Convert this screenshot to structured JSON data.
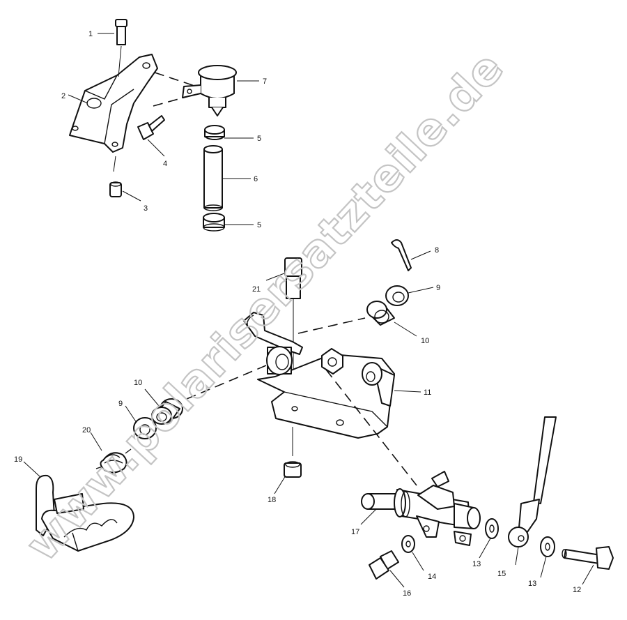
{
  "watermark": "www.polarisersatzteile.de",
  "callouts": [
    {
      "id": "c1",
      "text": "1"
    },
    {
      "id": "c2",
      "text": "2"
    },
    {
      "id": "c3",
      "text": "3"
    },
    {
      "id": "c4",
      "text": "4"
    },
    {
      "id": "c5a",
      "text": "5"
    },
    {
      "id": "c5b",
      "text": "5"
    },
    {
      "id": "c6",
      "text": "6"
    },
    {
      "id": "c7",
      "text": "7"
    },
    {
      "id": "c8",
      "text": "8"
    },
    {
      "id": "c9a",
      "text": "9"
    },
    {
      "id": "c9b",
      "text": "9"
    },
    {
      "id": "c10a",
      "text": "10"
    },
    {
      "id": "c10b",
      "text": "10"
    },
    {
      "id": "c11",
      "text": "11"
    },
    {
      "id": "c12",
      "text": "12"
    },
    {
      "id": "c13a",
      "text": "13"
    },
    {
      "id": "c13b",
      "text": "13"
    },
    {
      "id": "c14",
      "text": "14"
    },
    {
      "id": "c15",
      "text": "15"
    },
    {
      "id": "c16",
      "text": "16"
    },
    {
      "id": "c17",
      "text": "17"
    },
    {
      "id": "c18",
      "text": "18"
    },
    {
      "id": "c19",
      "text": "19"
    },
    {
      "id": "c20",
      "text": "20"
    },
    {
      "id": "c21",
      "text": "21"
    }
  ]
}
